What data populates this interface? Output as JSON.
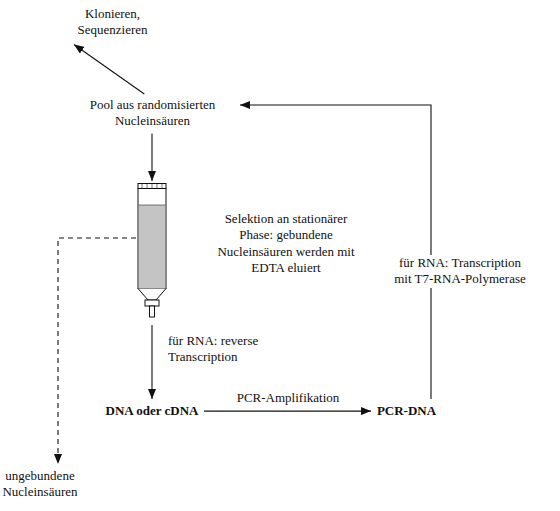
{
  "diagram": {
    "nodes": [
      {
        "text": [
          "Klonieren, Sequenzieren"
        ]
      },
      {
        "text": [
          "Pool aus randomisierten Nucleinsäuren"
        ]
      },
      {
        "text": [
          "Selektion an stationärer Phase: gebundene Nucleinsäuren werden mit EDTA eluiert"
        ]
      },
      {
        "text": [
          "DNA oder cDNA"
        ]
      },
      {
        "text": [
          "PCR-DNA"
        ]
      },
      {
        "text": [
          "ungebundene Nucleinsäuren"
        ]
      }
    ],
    "edges": [
      {
        "from": 1,
        "to": 0,
        "arrow": "to"
      },
      {
        "from": 1,
        "to": 2,
        "arrow": "to"
      },
      {
        "from": 2,
        "to": 3,
        "arrow": "to",
        "label": "für RNA: reverse Transcription"
      },
      {
        "from": 3,
        "to": 4,
        "arrow": "to",
        "label": "PCR-Amplifikation"
      },
      {
        "from": 4,
        "to": 1,
        "arrow": "to",
        "label": "für RNA: Transcription mit T7-RNA-Polymerase"
      },
      {
        "from": 2,
        "to": 5,
        "arrow": "to"
      }
    ]
  }
}
